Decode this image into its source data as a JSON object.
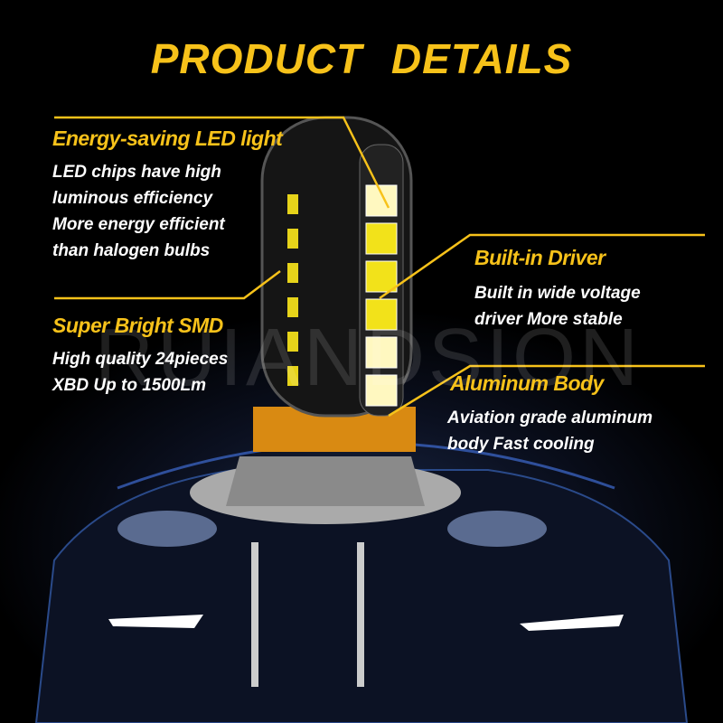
{
  "title": "PRODUCT  DETAILS",
  "watermark": "RUIANDSION",
  "features": [
    {
      "heading": "Energy-saving LED light",
      "lines": [
        "LED chips have high",
        "luminous efficiency",
        "More energy efficient",
        "than halogen bulbs"
      ]
    },
    {
      "heading": "Built-in Driver",
      "lines": [
        "Built in wide voltage",
        "driver More stable"
      ]
    },
    {
      "heading": "Super Bright SMD",
      "lines": [
        "High quality 24pieces",
        "XBD Up to 1500Lm"
      ]
    },
    {
      "heading": "Aluminum Body",
      "lines": [
        "Aviation grade aluminum",
        "body Fast cooling"
      ]
    }
  ],
  "colors": {
    "accent": "#f7c21a",
    "background": "#000000"
  }
}
